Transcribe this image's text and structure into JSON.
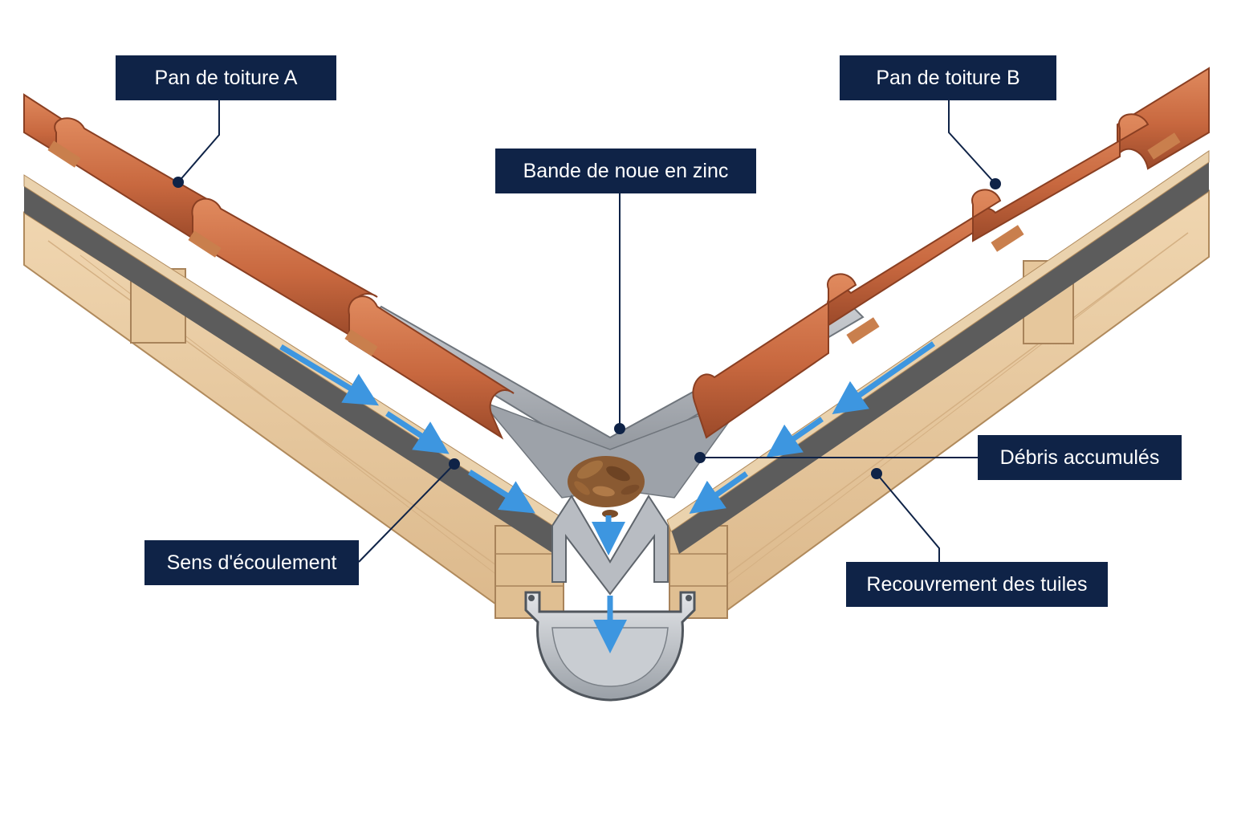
{
  "labels": {
    "roof_a": "Pan de toiture A",
    "roof_b": "Pan de toiture B",
    "zinc_valley": "Bande de noue en zinc",
    "debris": "Débris accumulés",
    "flow": "Sens d'écoulement",
    "overlap": "Recouvrement des tuiles"
  },
  "colors": {
    "label_bg": "#0f2347",
    "label_text": "#ffffff",
    "tile": "#c8683f",
    "tile_dark": "#9c4a2a",
    "wood": "#e8c9a0",
    "wood_dark": "#c9a374",
    "zinc": "#a9adb3",
    "membrane": "#5c5c5c",
    "flow_arrow": "#3d96e0",
    "debris": "#8a5a32"
  },
  "icons": [
    "flow-arrow-icon",
    "leader-dot-icon"
  ]
}
